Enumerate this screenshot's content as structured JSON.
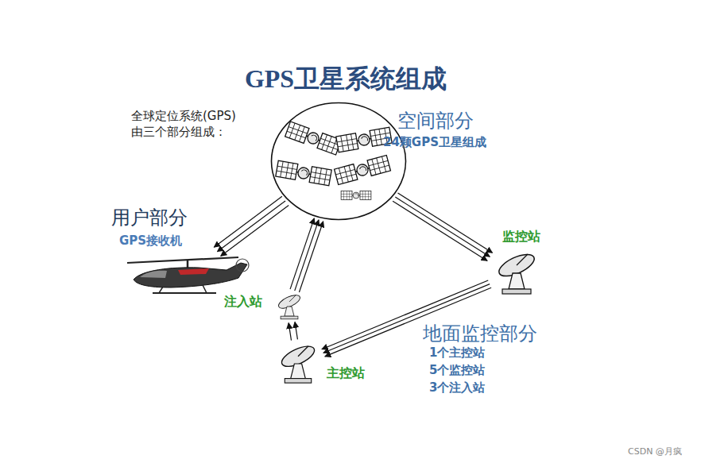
{
  "diagram": {
    "title": "GPS卫星系统组成",
    "nodes": [
      {
        "text": [
          "空间部分",
          "24颗GPS卫星组成"
        ]
      },
      {
        "text": [
          "用户部分",
          "GPS接收机"
        ]
      },
      {
        "text": [
          "监控站"
        ]
      },
      {
        "text": [
          "注入站"
        ]
      },
      {
        "text": [
          "主控站"
        ]
      }
    ],
    "edges": [
      {
        "from": 0,
        "to": 1,
        "arrow": "to"
      },
      {
        "from": 0,
        "to": 2,
        "arrow": "to"
      },
      {
        "from": 3,
        "to": 0,
        "arrow": "to"
      },
      {
        "from": 2,
        "to": 4,
        "arrow": "to"
      },
      {
        "from": 4,
        "to": 3,
        "arrow": "to"
      }
    ],
    "labels": [
      "全球定位系统(GPS) 由三个部分组成：",
      "地面监控部分",
      "1个主控站",
      "5个监控站",
      "3个注入站",
      "CSDN @月疯"
    ]
  }
}
